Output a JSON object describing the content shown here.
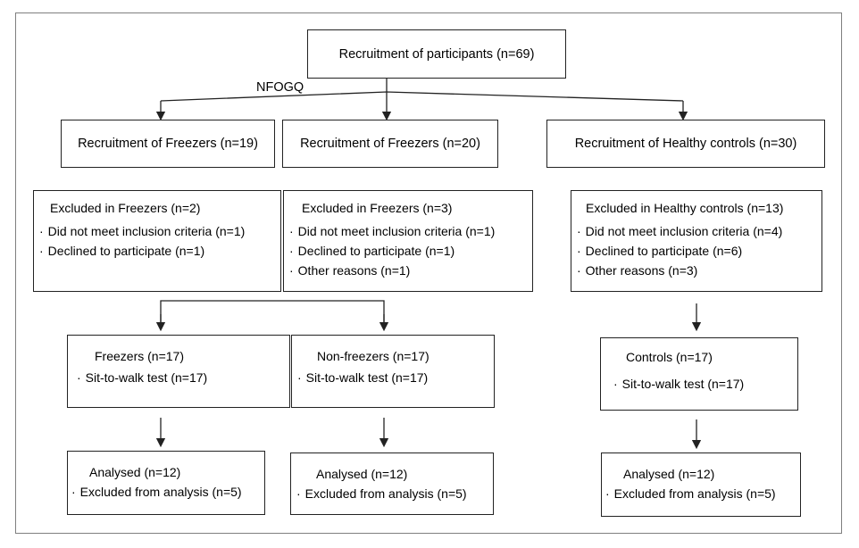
{
  "top": {
    "text": "Recruitment of participants (n=69)"
  },
  "branch_label": "NFOGQ",
  "recruit": [
    "Recruitment of Freezers (n=19)",
    "Recruitment of Freezers (n=20)",
    "Recruitment of Healthy controls (n=30)"
  ],
  "excluded": [
    {
      "title": "Excluded in Freezers (n=2)",
      "items": [
        "Did not meet inclusion criteria (n=1)",
        "Declined to participate (n=1)"
      ]
    },
    {
      "title": "Excluded in Freezers (n=3)",
      "items": [
        "Did not meet inclusion criteria (n=1)",
        "Declined to participate (n=1)",
        "Other reasons (n=1)"
      ]
    },
    {
      "title": "Excluded in Healthy controls (n=13)",
      "items": [
        "Did not meet inclusion criteria (n=4)",
        "Declined to participate (n=6)",
        "Other reasons (n=3)"
      ]
    }
  ],
  "groups": [
    {
      "title": "Freezers (n=17)",
      "item": "Sit-to-walk test (n=17)"
    },
    {
      "title": "Non-freezers (n=17)",
      "item": "Sit-to-walk test (n=17)"
    },
    {
      "title": "Controls (n=17)",
      "item": "Sit-to-walk test (n=17)"
    }
  ],
  "analysed": [
    {
      "title": "Analysed (n=12)",
      "item": "Excluded from analysis (n=5)"
    },
    {
      "title": "Analysed (n=12)",
      "item": "Excluded from analysis (n=5)"
    },
    {
      "title": "Analysed (n=12)",
      "item": "Excluded from analysis (n=5)"
    }
  ]
}
